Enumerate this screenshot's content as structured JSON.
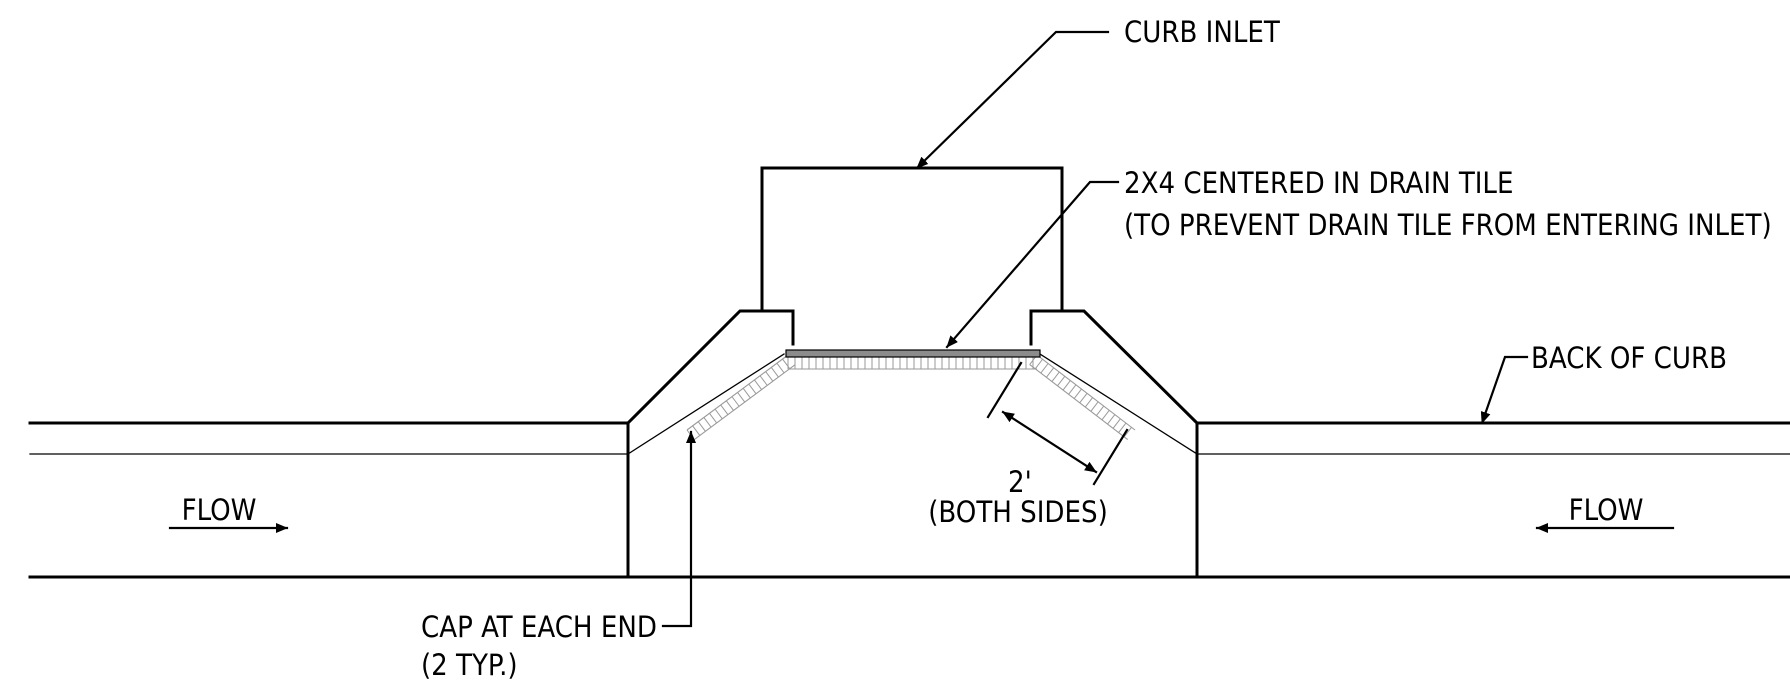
{
  "labels": {
    "curb_inlet": "CURB INLET",
    "two_by_four_line1": "2X4 CENTERED IN DRAIN TILE",
    "two_by_four_line2": "(TO PREVENT DRAIN TILE FROM ENTERING INLET)",
    "back_of_curb": "BACK OF CURB",
    "flow_left": "FLOW",
    "flow_right": "FLOW",
    "dimension_value": "2'",
    "dimension_note": "(BOTH SIDES)",
    "cap_line1": "CAP AT EACH END",
    "cap_line2": "(2 TYP.)"
  },
  "colors": {
    "linework": "#000000",
    "drain_tile_hatch": "#9a9a9a",
    "board_fill": "#8c8c8c",
    "background": "#ffffff"
  }
}
